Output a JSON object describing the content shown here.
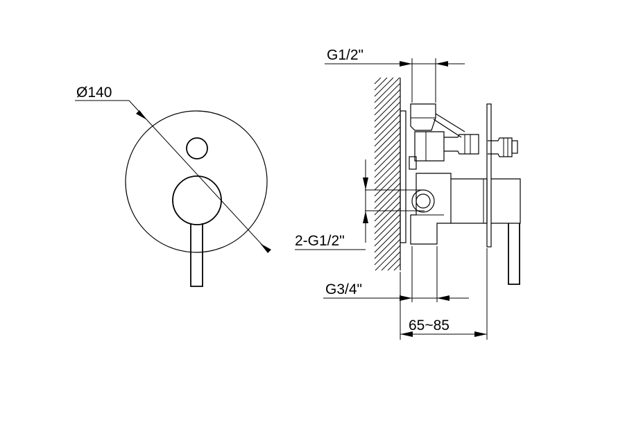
{
  "dimensions": {
    "diameter": "Ø140",
    "top_connection": "G1/2\"",
    "inlet_connections": "2-G1/2\"",
    "outlet_connection": "G3/4\"",
    "depth_range": "65~85"
  },
  "colors": {
    "line": "#000000",
    "background": "#ffffff"
  }
}
